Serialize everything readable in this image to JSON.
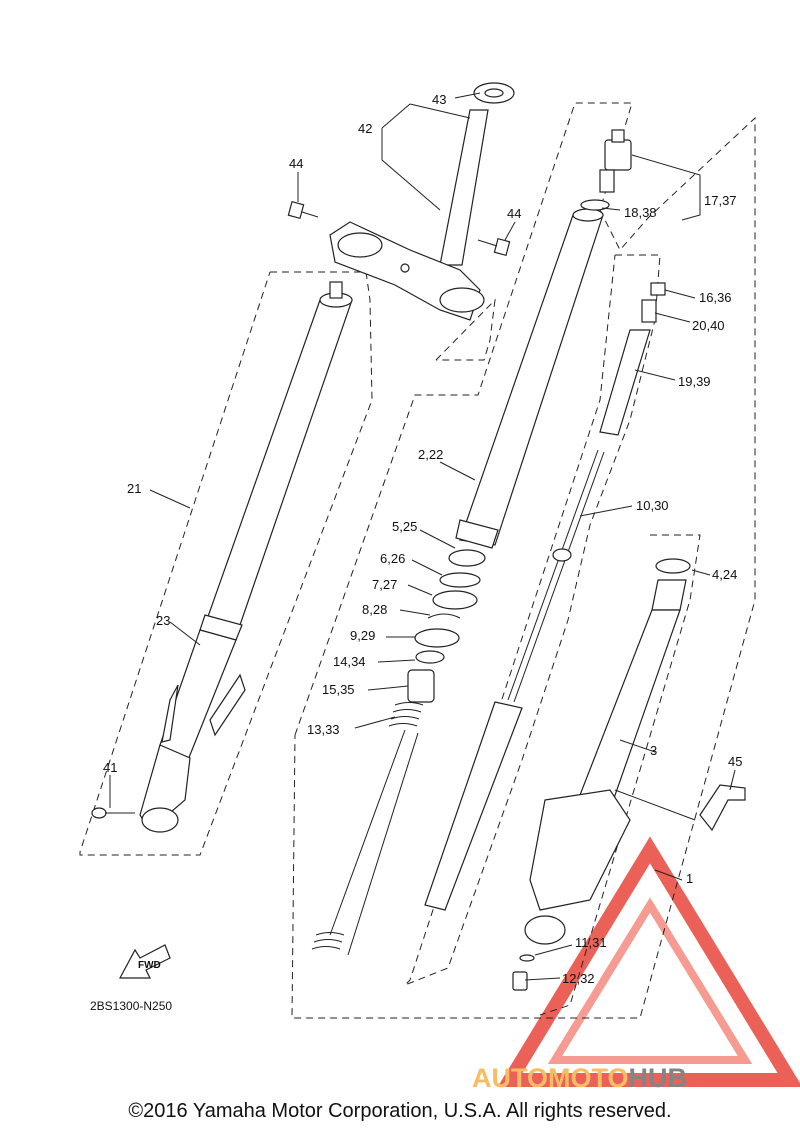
{
  "diagram": {
    "callouts": [
      {
        "id": "43",
        "text": "43"
      },
      {
        "id": "42",
        "text": "42"
      },
      {
        "id": "44a",
        "text": "44"
      },
      {
        "id": "44b",
        "text": "44"
      },
      {
        "id": "17_37",
        "text": "17,37"
      },
      {
        "id": "18_38",
        "text": "18,38"
      },
      {
        "id": "16_36",
        "text": "16,36"
      },
      {
        "id": "20_40",
        "text": "20,40"
      },
      {
        "id": "19_39",
        "text": "19,39"
      },
      {
        "id": "21",
        "text": "21"
      },
      {
        "id": "2_22",
        "text": "2,22"
      },
      {
        "id": "10_30",
        "text": "10,30"
      },
      {
        "id": "5_25",
        "text": "5,25"
      },
      {
        "id": "6_26",
        "text": "6,26"
      },
      {
        "id": "7_27",
        "text": "7,27"
      },
      {
        "id": "4_24",
        "text": "4,24"
      },
      {
        "id": "8_28",
        "text": "8,28"
      },
      {
        "id": "23",
        "text": "23"
      },
      {
        "id": "9_29",
        "text": "9,29"
      },
      {
        "id": "14_34",
        "text": "14,34"
      },
      {
        "id": "15_35",
        "text": "15,35"
      },
      {
        "id": "13_33",
        "text": "13,33"
      },
      {
        "id": "3",
        "text": "3"
      },
      {
        "id": "41",
        "text": "41"
      },
      {
        "id": "45",
        "text": "45"
      },
      {
        "id": "1",
        "text": "1"
      },
      {
        "id": "11_31",
        "text": "11,31"
      },
      {
        "id": "12_32",
        "text": "12,32"
      }
    ],
    "fwd_label": "FWD",
    "ref_code": "2BS1300-N250"
  },
  "watermark": {
    "brand_part1": "AUTOMOTO",
    "brand_part2": "HUB",
    "color_primary": "#e8463c",
    "color_secondary": "#f7b24a",
    "color_dark": "#6f6f6f"
  },
  "footer": {
    "copyright": "©2016 Yamaha Motor Corporation, U.S.A. All rights reserved."
  }
}
